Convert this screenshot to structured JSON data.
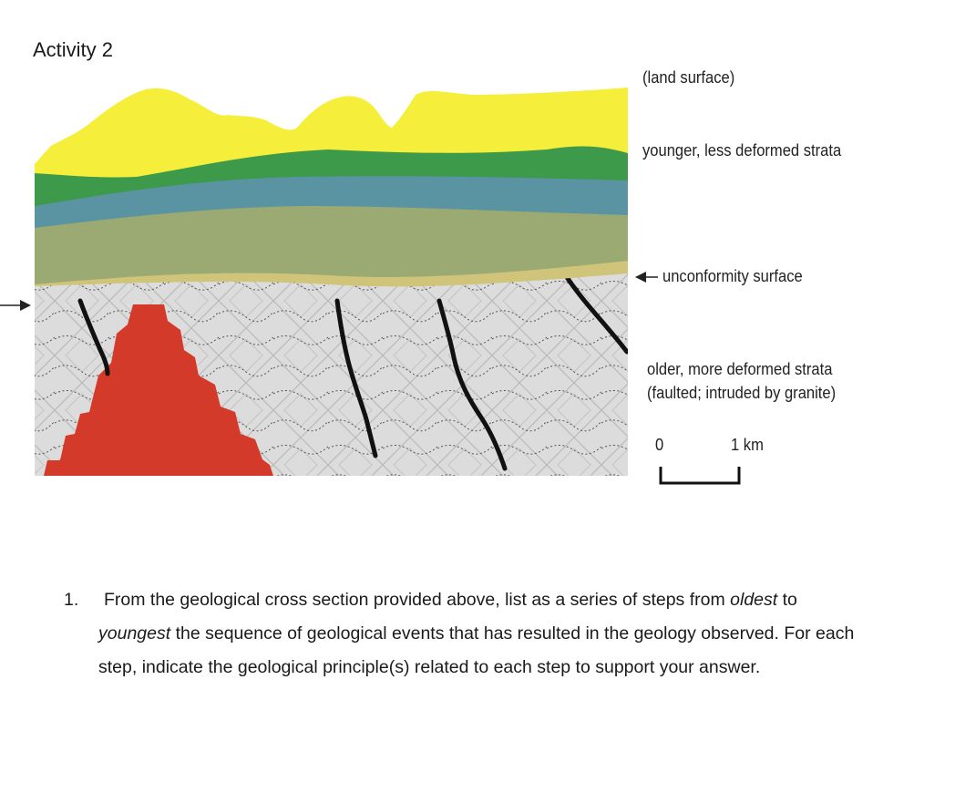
{
  "heading": "Activity 2",
  "diagram": {
    "labels": {
      "land_surface": "(land surface)",
      "younger_strata": "younger, less deformed strata",
      "unconformity": "unconformity surface",
      "older_strata_line1": "older, more deformed strata",
      "older_strata_line2": "(faulted; intruded by granite)",
      "scale_zero": "0",
      "scale_one": "1 km"
    },
    "colors": {
      "soil_yellow": "#f5ef3c",
      "green_layer": "#3c9a4a",
      "blue_layer": "#5a93a2",
      "olive_layer": "#9aaa72",
      "tan_layer": "#cfc47a",
      "basement_grey": "#dcdcdc",
      "granite_red": "#d33a2a",
      "fault_black": "#111111"
    }
  },
  "question": {
    "number": "1.",
    "text_a": "From the geological cross section provided above, list as a series of steps from ",
    "text_b": "oldest",
    "text_c": " to ",
    "text_d": "youngest",
    "text_e": " the sequence of geological events that has resulted in the geology observed. For each step, indicate the geological principle(s) related to each step to support your answer."
  }
}
